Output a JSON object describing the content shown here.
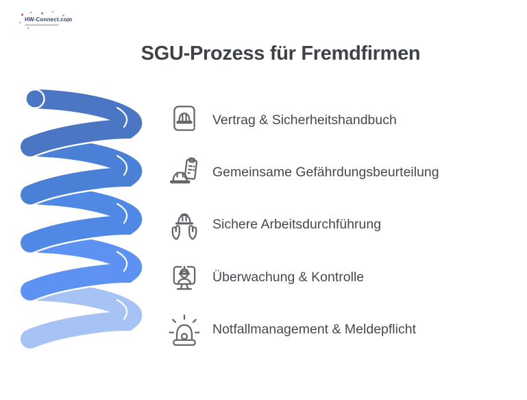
{
  "title": "SGU-Prozess für Fremdfirmen",
  "logo": {
    "text": "HW-Connect.com",
    "confetti_colors": [
      "#e0533e",
      "#3f6fd8",
      "#35b3a2",
      "#9b59c9",
      "#f0a63a",
      "#5f8df0"
    ]
  },
  "process": {
    "icon_color": "#63666b",
    "text_color": "#45484d",
    "items": [
      {
        "label": "Vertrag & Sicherheitshandbuch",
        "icon": "safety-handbook-book-icon"
      },
      {
        "label": "Gemeinsame Gefährdungsbeurteilung",
        "icon": "hazard-assessment-clipboard-icon"
      },
      {
        "label": "Sichere Arbeitsdurchführung",
        "icon": "hands-holding-helmet-icon"
      },
      {
        "label": "Überwachung & Kontrolle",
        "icon": "monitor-supervision-icon"
      },
      {
        "label": "Notfallmanagement & Meldepflicht",
        "icon": "emergency-siren-icon"
      }
    ]
  },
  "spiral": {
    "colors": [
      "#4a76c4",
      "#4a80d6",
      "#5088e6",
      "#5e92f2",
      "#a7c3f6"
    ]
  }
}
